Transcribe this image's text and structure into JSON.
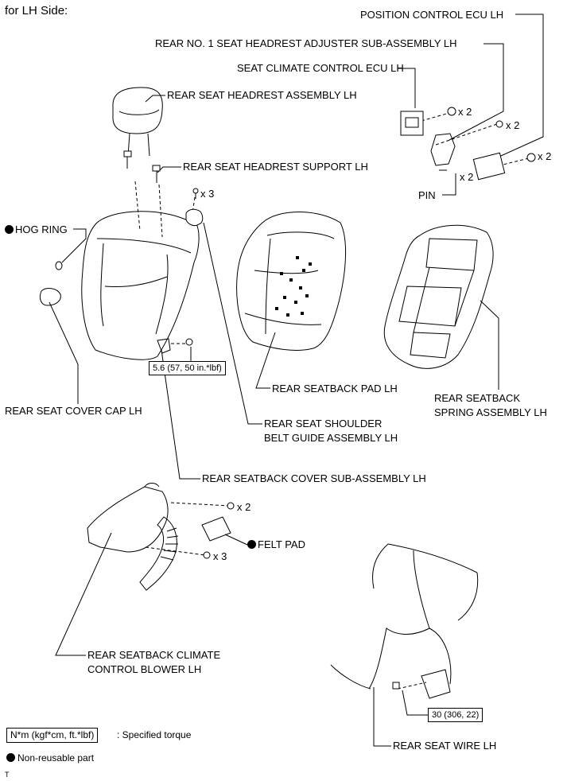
{
  "header": {
    "title": "for LH Side:"
  },
  "labels": {
    "position_control_ecu": "POSITION CONTROL ECU LH",
    "headrest_adjuster": "REAR NO. 1 SEAT HEADREST ADJUSTER SUB-ASSEMBLY LH",
    "climate_ecu": "SEAT CLIMATE CONTROL ECU LH",
    "headrest_assembly": "REAR SEAT HEADREST ASSEMBLY LH",
    "headrest_support": "REAR SEAT HEADREST SUPPORT LH",
    "hog_ring": "HOG RING",
    "pin": "PIN",
    "seatback_pad": "REAR SEATBACK PAD LH",
    "seatback_spring_line1": "REAR SEATBACK",
    "seatback_spring_line2": "SPRING ASSEMBLY LH",
    "cover_cap": "REAR SEAT COVER CAP LH",
    "shoulder_guide_line1": "REAR SEAT SHOULDER",
    "shoulder_guide_line2": "BELT GUIDE ASSEMBLY LH",
    "seatback_cover": "REAR SEATBACK COVER SUB-ASSEMBLY LH",
    "felt_pad": "FELT PAD",
    "blower_line1": "REAR SEATBACK CLIMATE",
    "blower_line2": "CONTROL BLOWER LH",
    "seat_wire": "REAR SEAT WIRE LH"
  },
  "quantities": {
    "nut_ecu": "x 2",
    "bolt_adjuster": "x 2",
    "pin": "x 2",
    "nut_position_ecu": "x 2",
    "clips_headrest_area": "x 3",
    "bolts_blower": "x 2",
    "nuts_blower": "x 3"
  },
  "torques": {
    "shoulder_guide": "5.6 (57, 50 in.*lbf)",
    "seat_wire": "30 (306, 22)"
  },
  "legend": {
    "torque_box": "N*m (kgf*cm, ft.*lbf)",
    "torque_text": ": Specified torque",
    "non_reusable": "Non-reusable part"
  },
  "footer": {
    "code": "T"
  }
}
